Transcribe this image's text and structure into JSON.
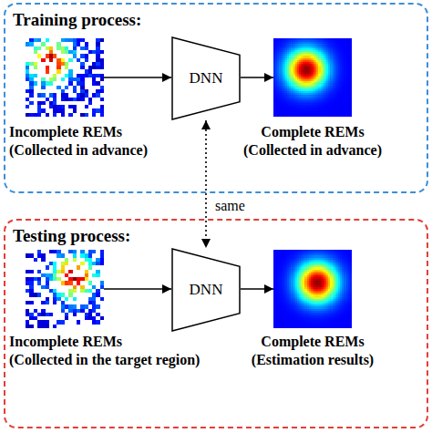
{
  "diagram": {
    "nodes": [
      {
        "text": [
          "Training process:"
        ]
      },
      {
        "text": [
          "Incomplete REMs",
          "(Collected in advance)"
        ],
        "in": 0
      },
      {
        "text": [
          "DNN"
        ],
        "in": 0
      },
      {
        "text": [
          "Complete REMs",
          "(Collected in advance)"
        ],
        "in": 0
      },
      {
        "text": [
          "Testing process:"
        ]
      },
      {
        "text": [
          "Incomplete REMs",
          "(Collected in the target region)"
        ],
        "in": 4
      },
      {
        "text": [
          "DNN"
        ],
        "in": 4
      },
      {
        "text": [
          "Complete REMs",
          "(Estimation results)"
        ],
        "in": 4
      }
    ],
    "edges": [
      {
        "from": 1,
        "to": 2,
        "arrow": "to"
      },
      {
        "from": 2,
        "to": 3,
        "arrow": "to"
      },
      {
        "from": 2,
        "to": 6,
        "label": "same",
        "arrow": "both"
      },
      {
        "from": 5,
        "to": 6,
        "arrow": "to"
      },
      {
        "from": 6,
        "to": 7,
        "arrow": "to"
      }
    ]
  }
}
